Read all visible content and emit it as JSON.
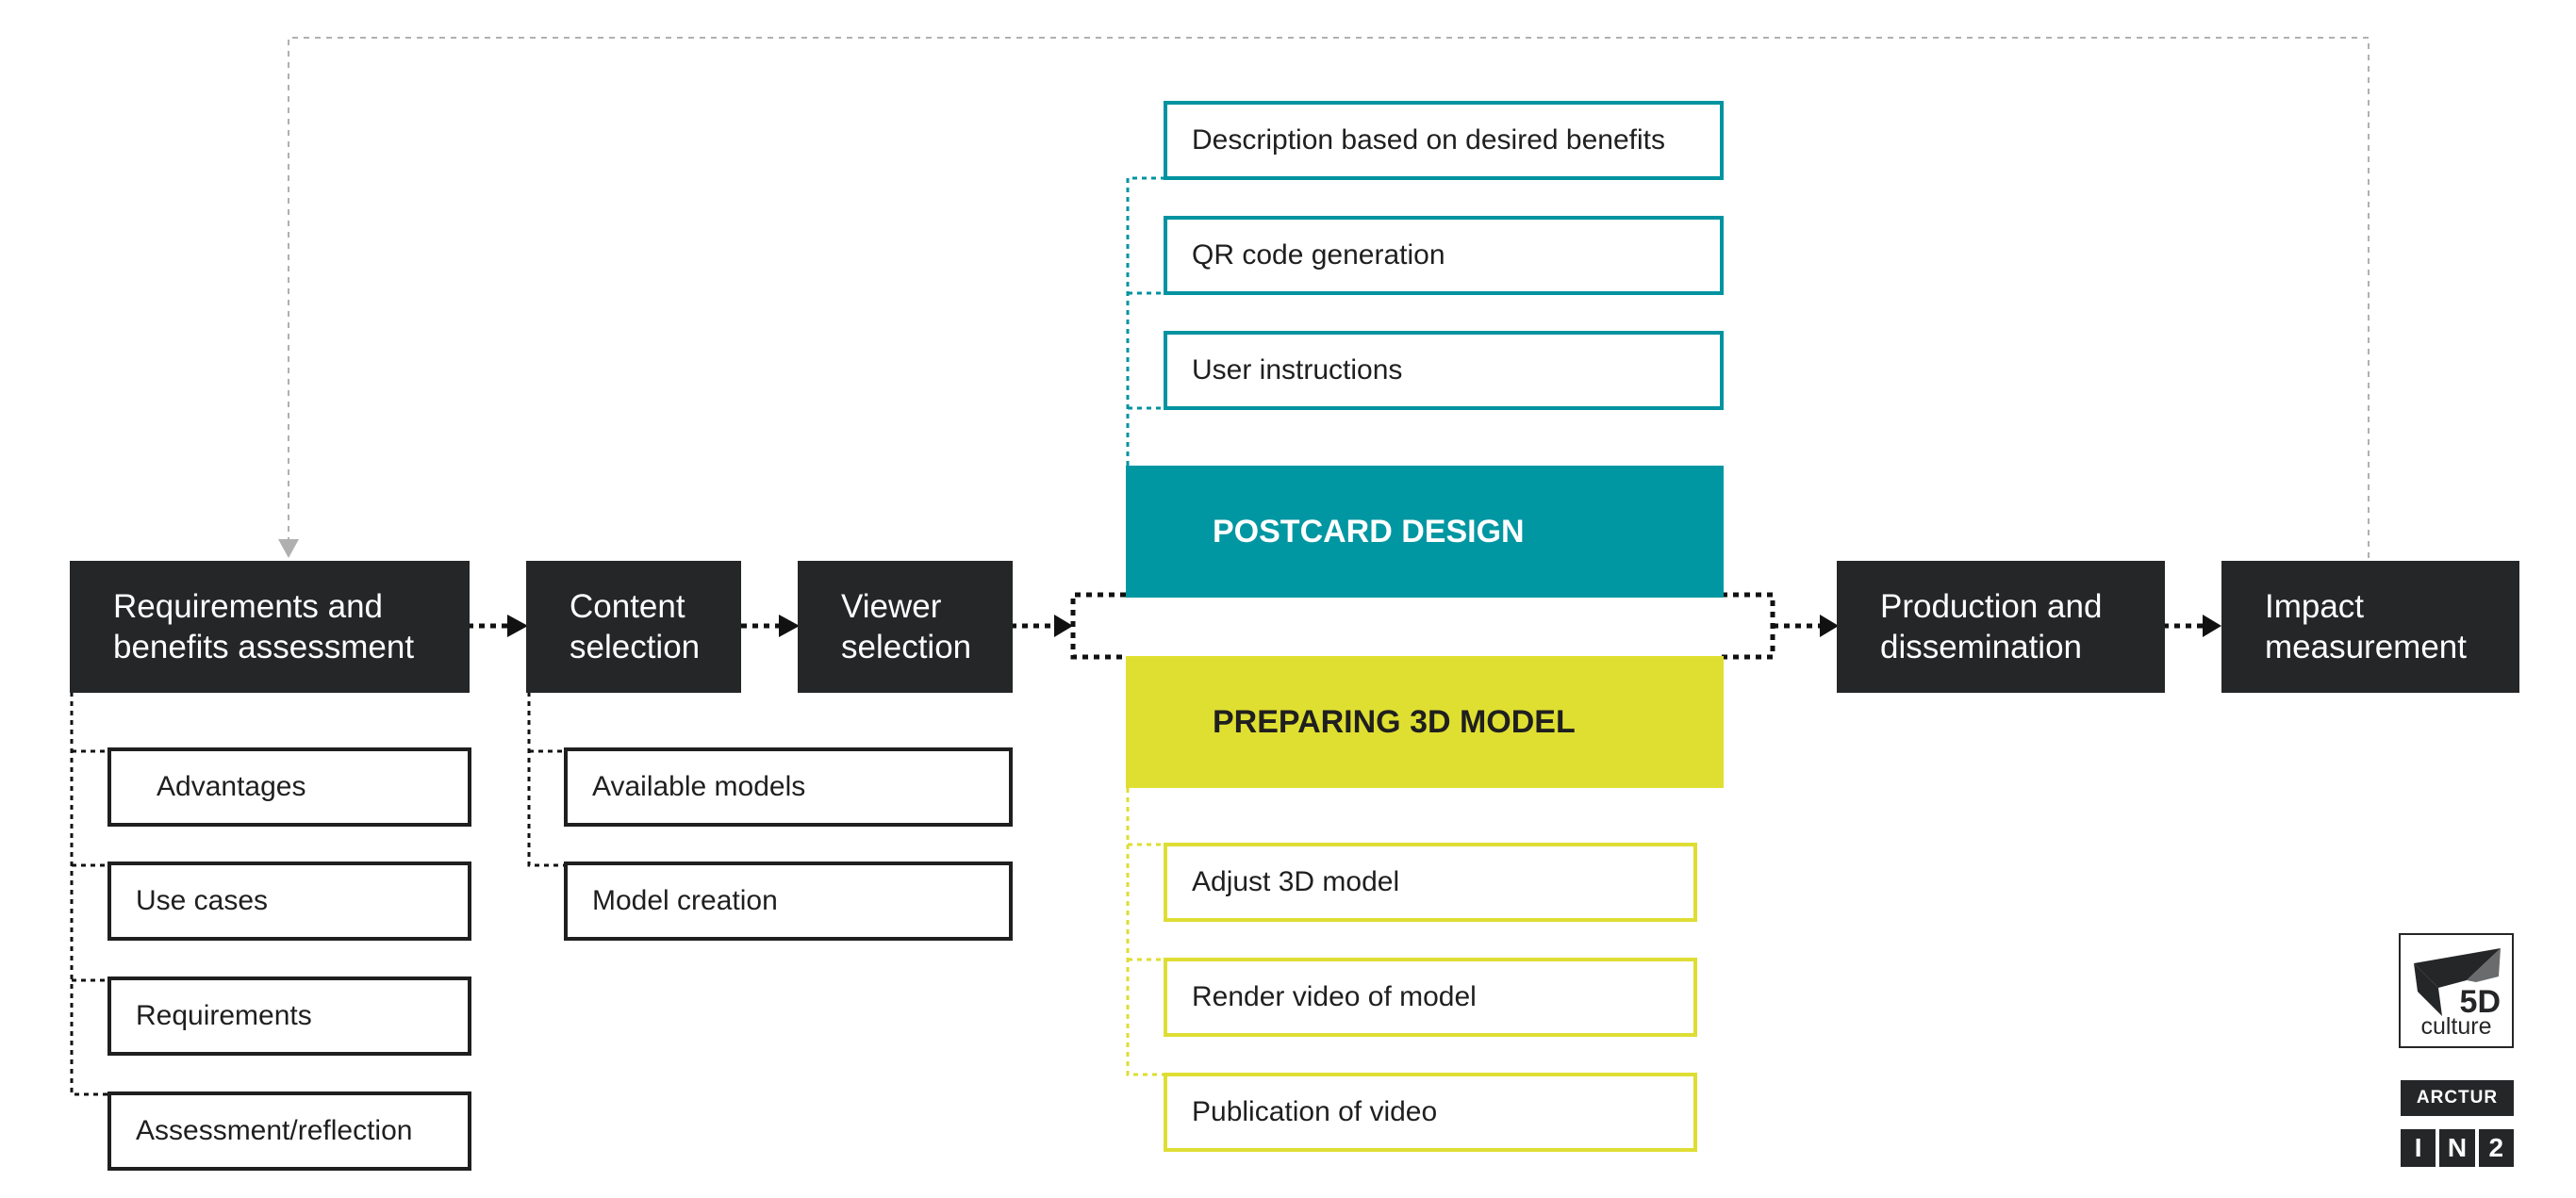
{
  "main_steps": [
    {
      "id": "requirements",
      "line1": "Requirements and",
      "line2": "benefits assessment"
    },
    {
      "id": "content",
      "line1": "Content",
      "line2": "selection"
    },
    {
      "id": "viewer",
      "line1": "Viewer",
      "line2": "selection"
    },
    {
      "id": "production",
      "line1": "Production and",
      "line2": "dissemination"
    },
    {
      "id": "impact",
      "line1": "Impact",
      "line2": "measurement"
    }
  ],
  "requirements_substeps": [
    "Advantages",
    "Use cases",
    "Requirements",
    "Assessment/reflection"
  ],
  "content_substeps": [
    "Available models",
    "Model creation"
  ],
  "postcard_design": {
    "title": "POSTCARD DESIGN",
    "substeps": [
      "Description based on desired benefits",
      "QR code generation",
      "User instructions"
    ]
  },
  "preparing_3d_model": {
    "title": "PREPARING 3D MODEL",
    "substeps": [
      "Adjust 3D model",
      "Render video of model",
      "Publication of video"
    ]
  },
  "logos": {
    "culture_mark": "5D",
    "culture_word": "culture",
    "arctur": "ARCTUR",
    "in2": [
      "I",
      "N",
      "2"
    ]
  },
  "colors": {
    "dark": "#252628",
    "teal": "#0097a2",
    "yellow": "#dfdf32",
    "feedback_line": "#b0b0b0"
  }
}
